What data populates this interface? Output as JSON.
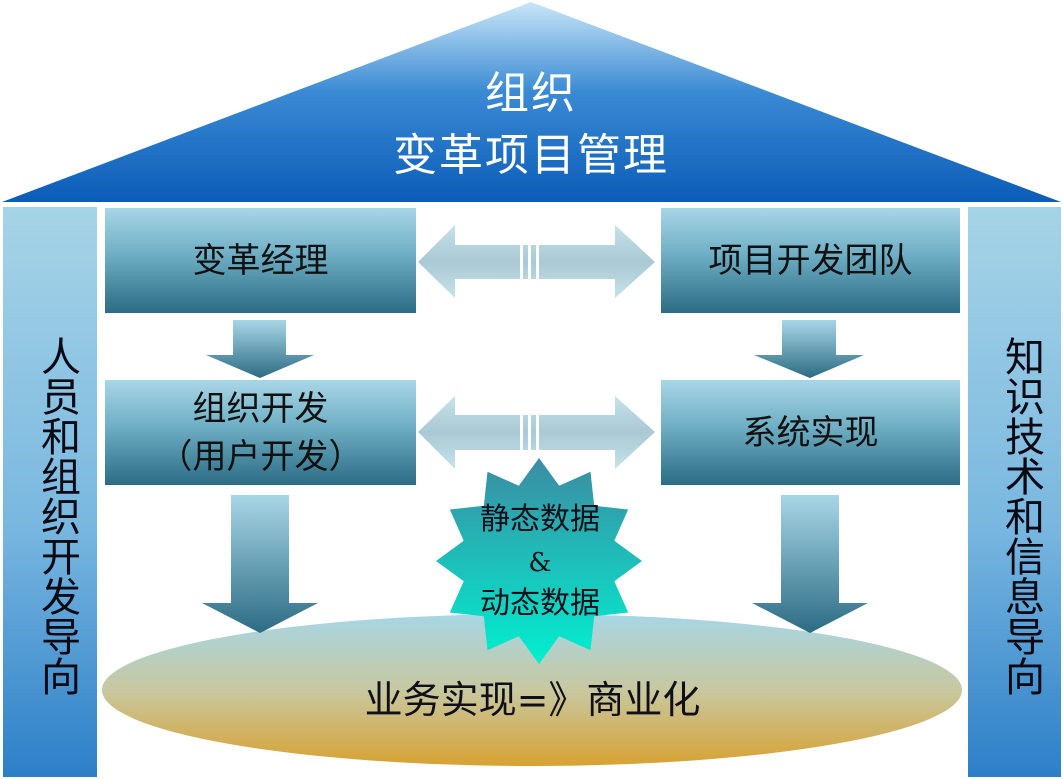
{
  "roof": {
    "line1": "组织",
    "line2": "变革项目管理"
  },
  "pillars": {
    "left": "人员和组织开发导向",
    "right": "知识技术和信息导向"
  },
  "boxes": {
    "change_manager": {
      "line1": "变革经理"
    },
    "dev_team": {
      "line1": "项目开发团队"
    },
    "org_dev": {
      "line1": "组织开发",
      "line2": "（用户开发）"
    },
    "system_impl": {
      "line1": "系统实现"
    }
  },
  "star": {
    "line1": "静态数据",
    "line2": "&",
    "line3": "动态数据"
  },
  "base": {
    "text": "业务实现=》商业化"
  },
  "colors": {
    "roof_light": "#c9e6f7",
    "roof_dark": "#0b5cb8",
    "pillar_light": "#a6d4e6",
    "pillar_dark": "#2c7fc8",
    "box_top": "#a8d6e6",
    "box_bottom": "#2c6c84",
    "arrow_light": "#a9c9d4",
    "arrow_dark": "#2c6c84",
    "star_top": "#3c8ca2",
    "star_bottom": "#00f0d0",
    "base_top": "#a6d6e6",
    "base_bottom": "#d8a232"
  }
}
